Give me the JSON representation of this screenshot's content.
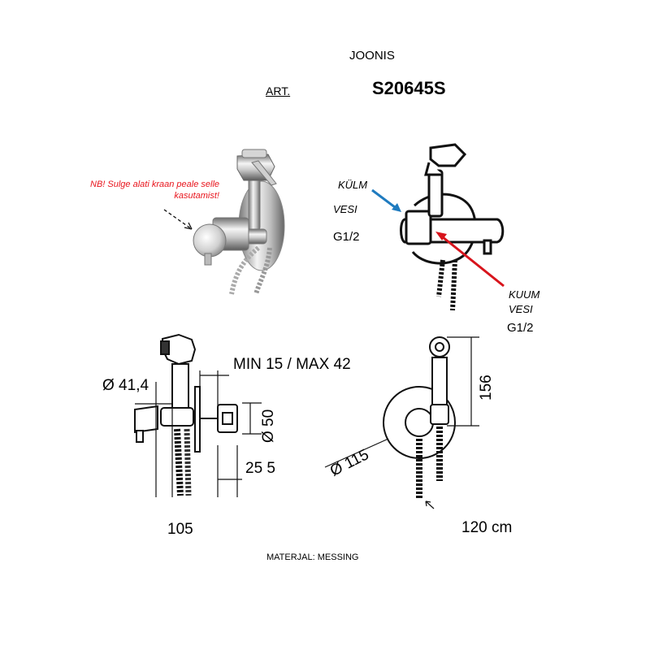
{
  "header": {
    "title": "JOONIS",
    "art_label": "ART.",
    "art_code": "S20645S"
  },
  "callouts": {
    "warning": "NB! Sulge alati kraan peale selle kasutamist!",
    "cold_line1": "KÜLM",
    "cold_line2": "VESI",
    "cold_thread": "G1/2",
    "hot_line1": "KUUM",
    "hot_line2": "VESI",
    "hot_thread": "G1/2"
  },
  "dimensions": {
    "min_max": "MIN 15 / MAX 42",
    "diameter_41": "Ø 41,4",
    "diameter_50": "Ø 50",
    "dim_25_5": "25 5",
    "height_156": "156",
    "diameter_115": "Ø 115",
    "width_105": "105",
    "hose_length": "120 cm"
  },
  "footer": {
    "material": "MATERJAL: MESSING"
  },
  "colors": {
    "warning": "#e8141c",
    "cold_arrow": "#1f7bbf",
    "hot_arrow": "#d8141c",
    "line": "#111111",
    "chrome_light": "#f2f2f2",
    "chrome_dark": "#8a8a8a"
  }
}
